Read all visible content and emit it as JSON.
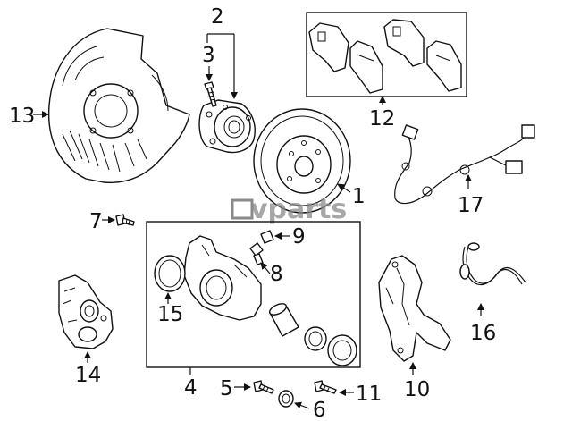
{
  "watermark": "vparts",
  "callouts": {
    "n1": "1",
    "n2": "2",
    "n3": "3",
    "n4": "4",
    "n5": "5",
    "n6": "6",
    "n7": "7",
    "n8": "8",
    "n9": "9",
    "n10": "10",
    "n11": "11",
    "n12": "12",
    "n13": "13",
    "n14": "14",
    "n15": "15",
    "n16": "16",
    "n17": "17"
  }
}
